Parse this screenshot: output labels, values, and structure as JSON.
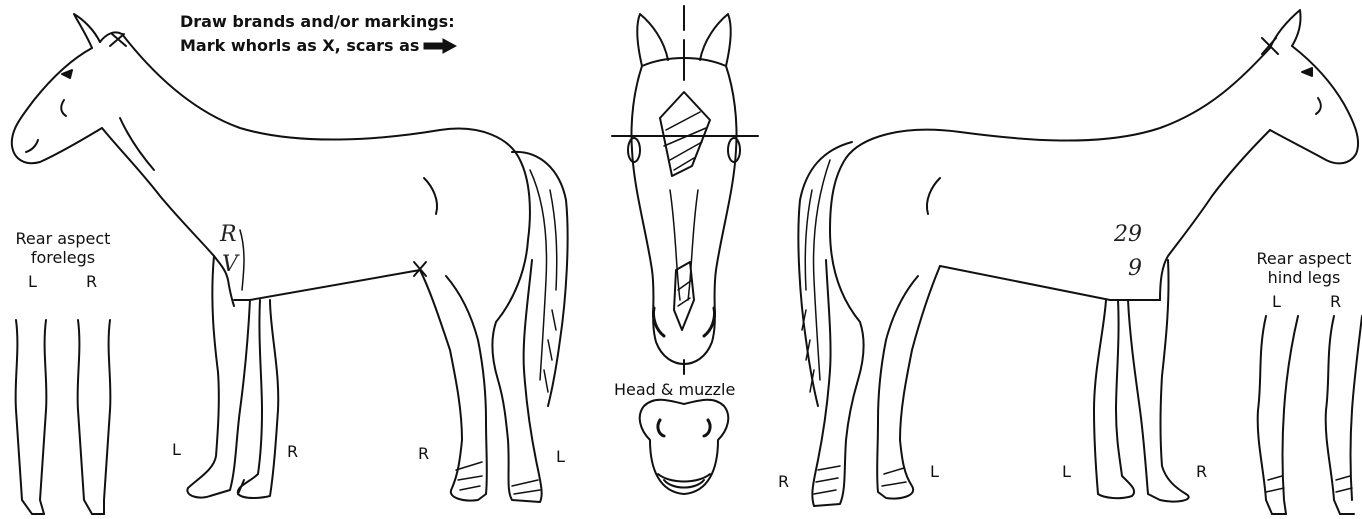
{
  "instructions": {
    "line1": "Draw brands and/or markings:",
    "line2": "Mark whorls as X, scars as",
    "arrow_icon": "right-arrow-icon"
  },
  "labels": {
    "rear_aspect_fore": "Rear aspect",
    "forelegs": "forelegs",
    "rear_aspect_hind": "Rear aspect",
    "hind_legs": "hind legs",
    "head_muzzle": "Head & muzzle",
    "L": "L",
    "R": "R"
  },
  "handwritten": {
    "left_body_mark_1": "R",
    "left_body_mark_2": "V",
    "right_body_mark_1": "29",
    "right_body_mark_2": "9"
  },
  "colors": {
    "line": "#111111",
    "background": "#ffffff"
  }
}
